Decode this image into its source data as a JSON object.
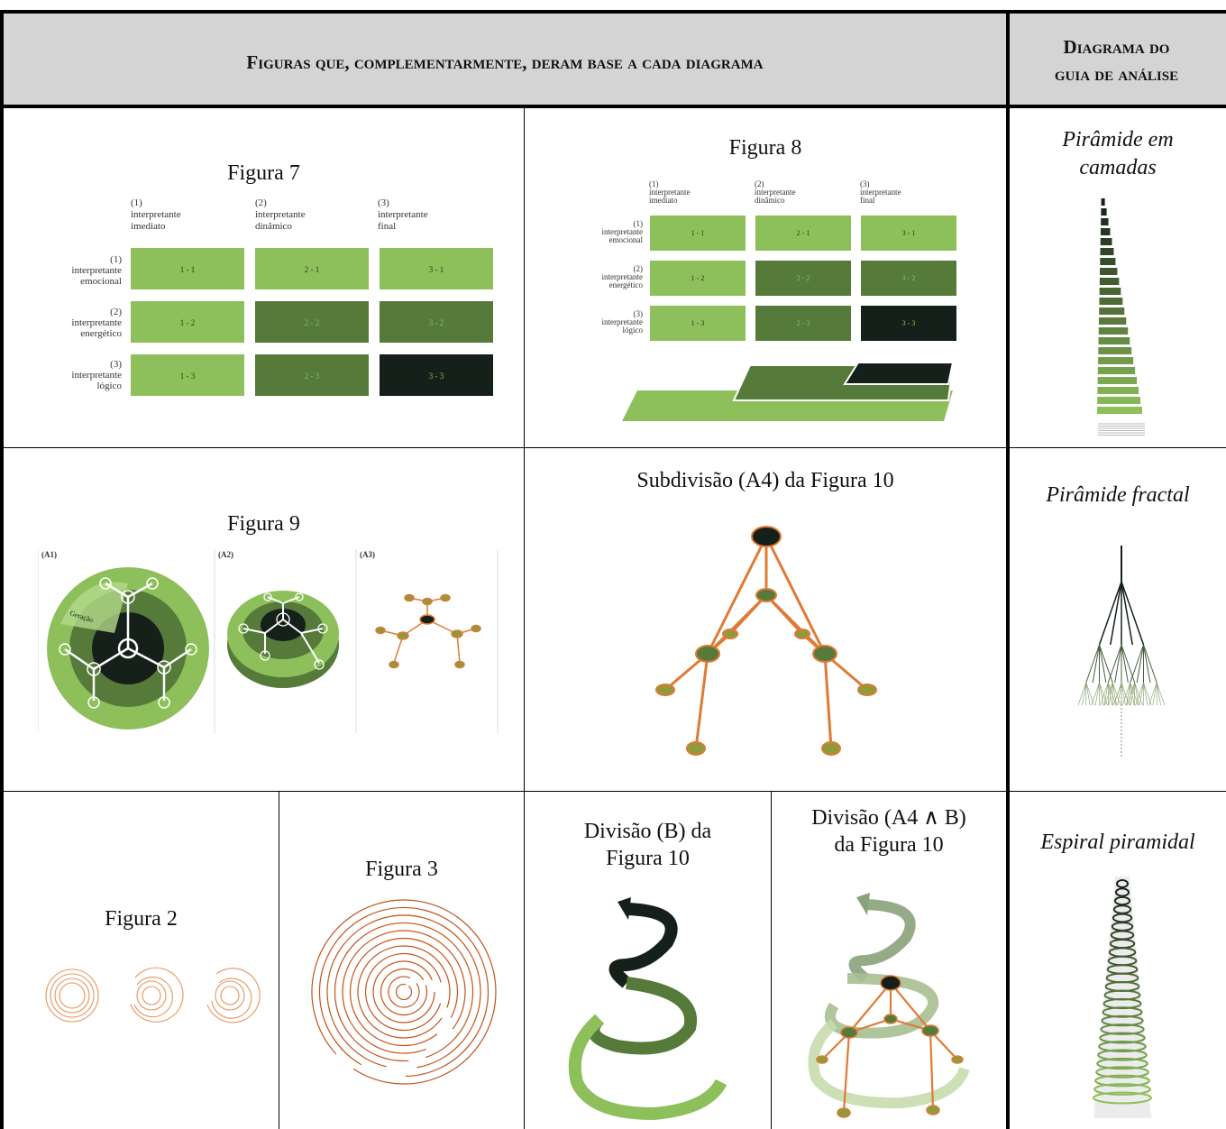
{
  "header": {
    "left": "Figuras que, complementarmente, deram base a cada diagrama",
    "right_line1": "Diagrama do",
    "right_line2": "guia de análise"
  },
  "row1": {
    "fig7": {
      "title": "Figura 7",
      "col_nums": [
        "(1)",
        "(2)",
        "(3)"
      ],
      "col_word": [
        "interpretante",
        "interpretante",
        "interpretante"
      ],
      "col_names": [
        "imediato",
        "dinâmico",
        "final"
      ],
      "row_nums": [
        "(1)",
        "(2)",
        "(3)"
      ],
      "row_word": [
        "interpretante",
        "interpretante",
        "interpretante"
      ],
      "row_names": [
        "emocional",
        "energético",
        "lógico"
      ],
      "cells": [
        [
          "1 - 1",
          "2 - 1",
          "3 - 1"
        ],
        [
          "1 - 2",
          "2 - 2",
          "3 - 2"
        ],
        [
          "1 - 3",
          "2 - 3",
          "3 - 3"
        ]
      ]
    },
    "fig8": {
      "title": "Figura 8",
      "cells": [
        [
          "1 - 1",
          "2 - 1",
          "3 - 1"
        ],
        [
          "1 - 2",
          "2 - 2",
          "3 - 2"
        ],
        [
          "1 - 3",
          "2 - 3",
          "3 - 3"
        ]
      ]
    },
    "diagram": {
      "line1": "Pirâmide em",
      "line2": "camadas"
    }
  },
  "row2": {
    "fig9": {
      "title": "Figura 9",
      "panels": [
        "(A1)",
        "(A2)",
        "(A3)"
      ],
      "arrow_label": "Geração"
    },
    "fig10a4": {
      "title": "Subdivisão (A4) da Figura 10"
    },
    "diagram": {
      "label": "Pirâmide fractal"
    }
  },
  "row3": {
    "fig2": {
      "title": "Figura 2"
    },
    "fig3": {
      "title": "Figura 3"
    },
    "fig10b": {
      "line1": "Divisão (B) da",
      "line2": "Figura 10"
    },
    "fig10a4b": {
      "line1": "Divisão (A4 ∧ B)",
      "line2": "da Figura 10"
    },
    "diagram": {
      "label": "Espiral piramidal"
    }
  },
  "colors": {
    "light_green": "#8dc05a",
    "mid_green": "#557a3a",
    "dark": "#16201a",
    "orange": "#e07a36",
    "olive": "#8f9a3c"
  }
}
